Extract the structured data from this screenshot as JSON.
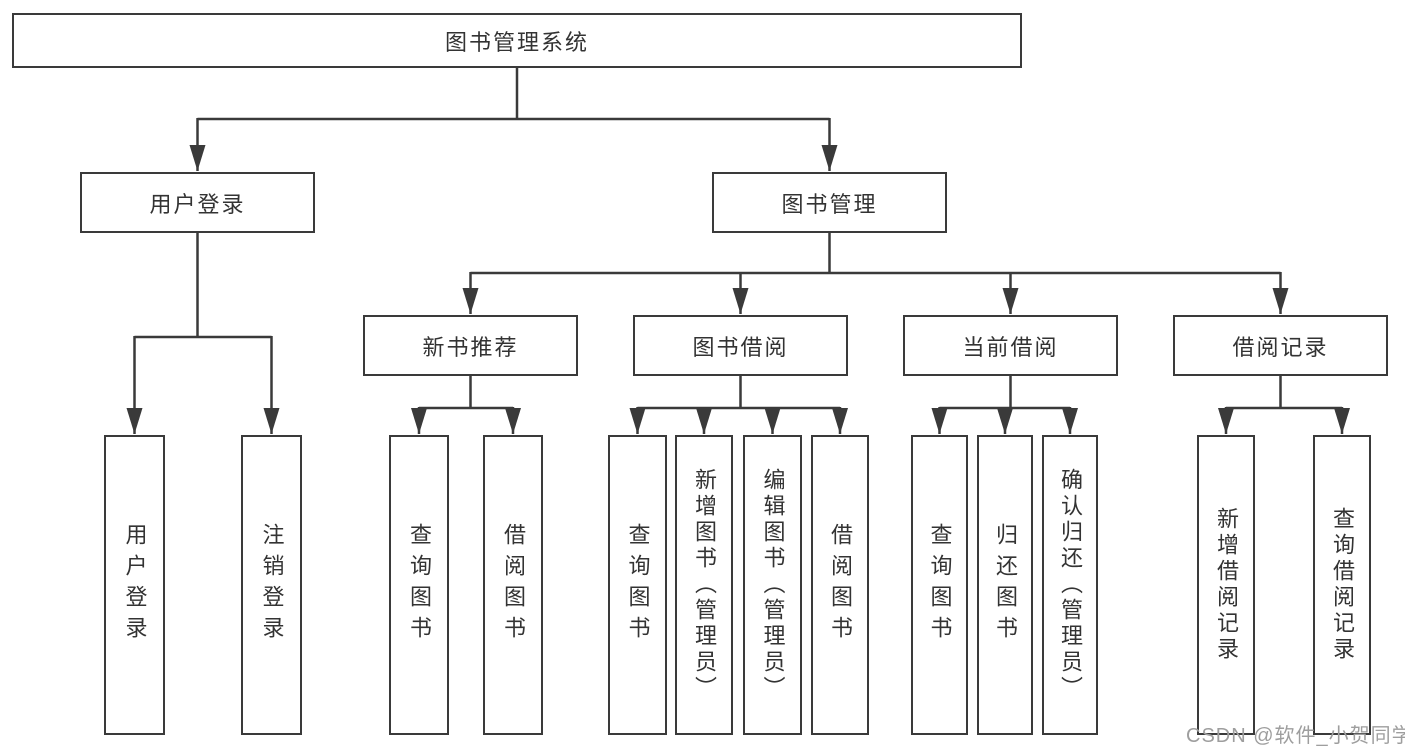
{
  "diagram_title": "图书管理系统",
  "tree": {
    "root": {
      "label": "图书管理系统",
      "children": [
        {
          "label": "用户登录",
          "children": [
            {
              "label": "用户登录"
            },
            {
              "label": "注销登录"
            }
          ]
        },
        {
          "label": "图书管理",
          "children": [
            {
              "label": "新书推荐",
              "children": [
                {
                  "label": "查询图书"
                },
                {
                  "label": "借阅图书"
                }
              ]
            },
            {
              "label": "图书借阅",
              "children": [
                {
                  "label": "查询图书"
                },
                {
                  "label": "新增图书（管理员）"
                },
                {
                  "label": "编辑图书（管理员）"
                },
                {
                  "label": "借阅图书"
                }
              ]
            },
            {
              "label": "当前借阅",
              "children": [
                {
                  "label": "查询图书"
                },
                {
                  "label": "归还图书"
                },
                {
                  "label": "确认归还（管理员）"
                }
              ]
            },
            {
              "label": "借阅记录",
              "children": [
                {
                  "label": "新增借阅记录"
                },
                {
                  "label": "查询借阅记录"
                }
              ]
            }
          ]
        }
      ]
    }
  },
  "watermark": "CSDN @软件_小贺同学",
  "colors": {
    "line": "#3a3a3a",
    "box_border": "#3a3a3a",
    "text": "#333333",
    "watermark_text": "#9e9e9e",
    "background": "#ffffff"
  }
}
